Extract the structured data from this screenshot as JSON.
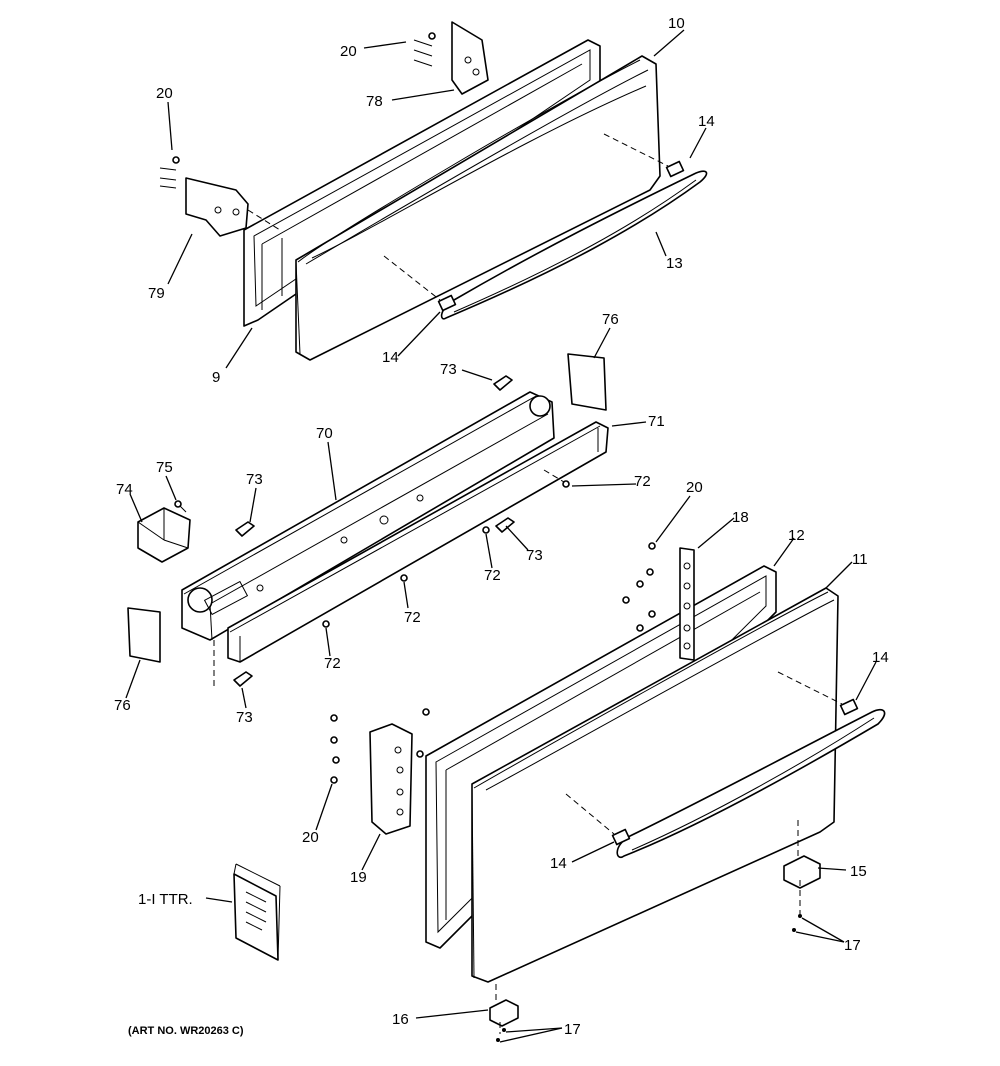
{
  "callouts": {
    "c9": "9",
    "c10": "10",
    "c11": "11",
    "c12": "12",
    "c13": "13",
    "c14a": "14",
    "c14b": "14",
    "c14c": "14",
    "c14d": "14",
    "c15": "15",
    "c16": "16",
    "c17a": "17",
    "c17b": "17",
    "c18": "18",
    "c19": "19",
    "c20a": "20",
    "c20b": "20",
    "c20c": "20",
    "c20d": "20",
    "c70": "70",
    "c71": "71",
    "c72a": "72",
    "c72b": "72",
    "c72c": "72",
    "c72d": "72",
    "c73a": "73",
    "c73b": "73",
    "c73c": "73",
    "c73d": "73",
    "c74": "74",
    "c75": "75",
    "c76a": "76",
    "c76b": "76",
    "c78": "78",
    "c79": "79",
    "literature": "1-I TTR."
  },
  "art_number": "(ART NO. WR20263 C)"
}
